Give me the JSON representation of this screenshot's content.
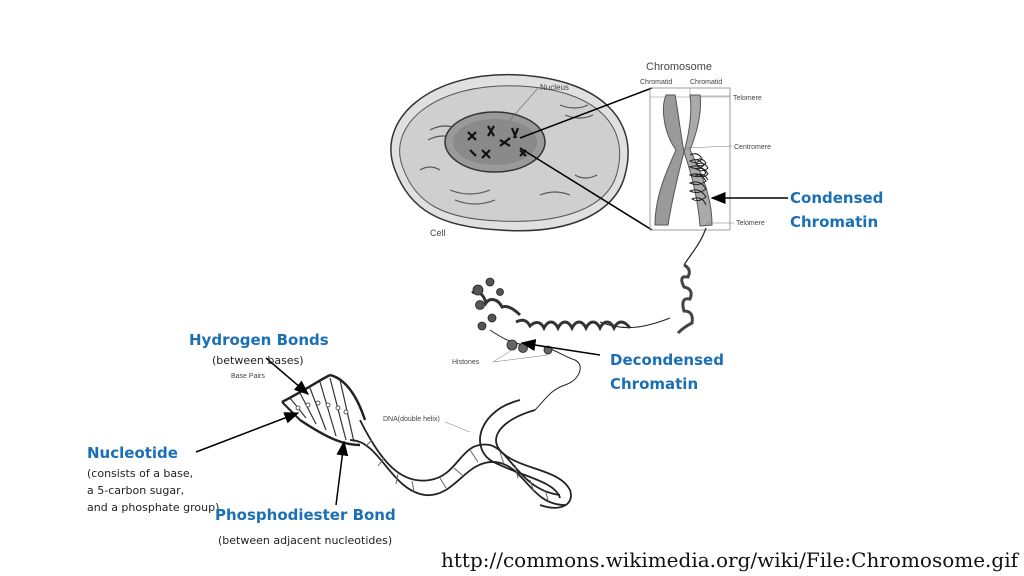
{
  "diagram": {
    "cell": {
      "nucleus_label": "Nucleus",
      "cell_label": "Cell"
    },
    "chromosome": {
      "title": "Chromosome",
      "chromatid_left": "Chromatid",
      "chromatid_right": "Chromatid",
      "telomere_top": "Telomere",
      "centromere": "Centromere",
      "telomere_bottom": "Telomere"
    },
    "dna": {
      "histones": "Histones",
      "double_helix": "DNA(double helix)",
      "base_pairs": "Base Pairs"
    }
  },
  "annotations": {
    "condensed": {
      "line1": "Condensed",
      "line2": "Chromatin"
    },
    "decondensed": {
      "line1": "Decondensed",
      "line2": "Chromatin"
    },
    "hydrogen": {
      "title": "Hydrogen Bonds",
      "sub": "(between  bases)"
    },
    "nucleotide": {
      "title": "Nucleotide",
      "sub1": "(consists of a base,",
      "sub2": "a 5-carbon sugar,",
      "sub3": "and a phosphate group)"
    },
    "phosphodiester": {
      "title": "Phosphodiester Bond",
      "sub": "(between adjacent nucleotides)"
    }
  },
  "source_url": "http://commons.wikimedia.org/wiki/File:Chromosome.gif",
  "colors": {
    "annotation_blue": "#1b6fb3",
    "gray": "#8a8a8a"
  }
}
